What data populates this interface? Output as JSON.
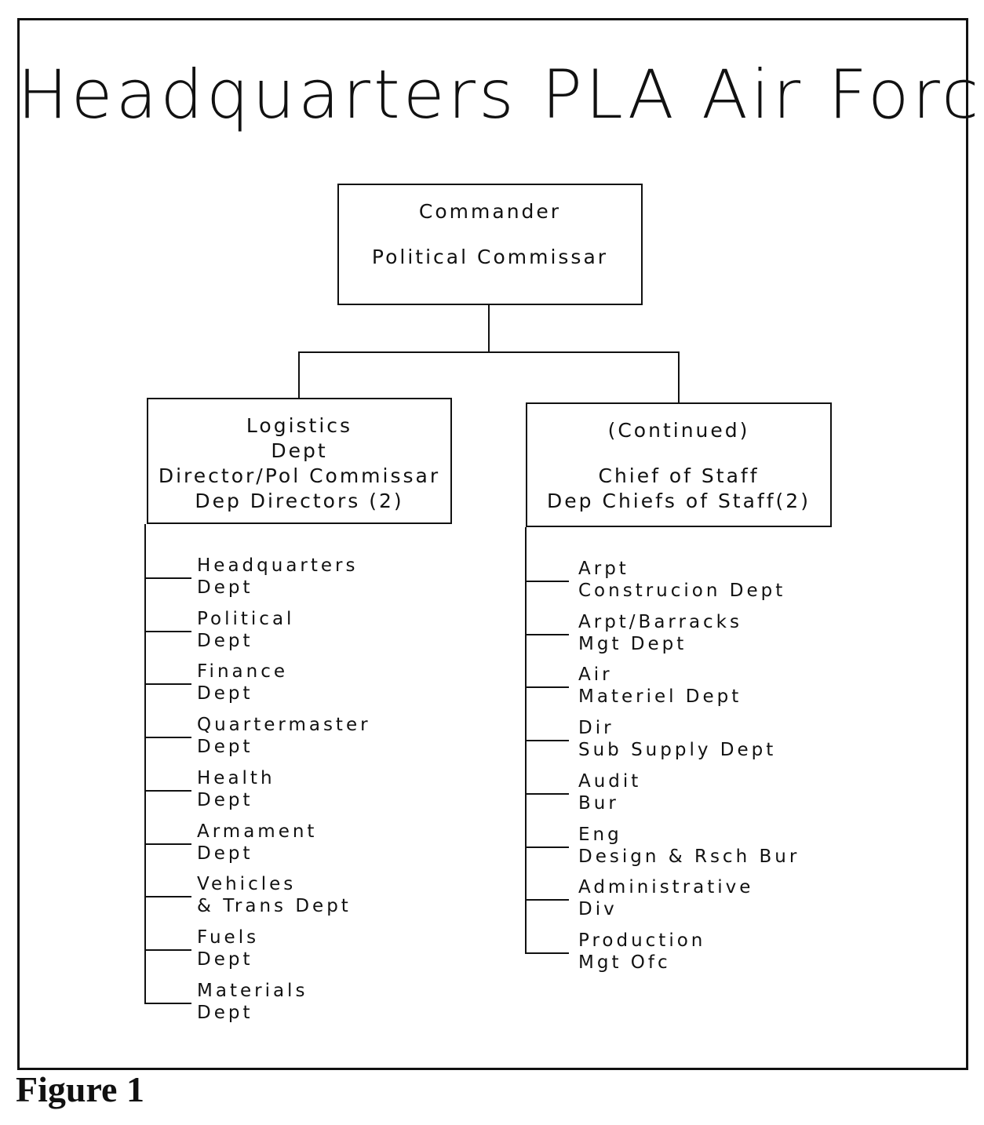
{
  "title": "Headquarters PLA Air Force",
  "caption": "Figure 1",
  "top_box": {
    "line1": "Commander",
    "line2": "Political Commissar"
  },
  "logistics_box": {
    "line1": "Logistics",
    "line2": "Dept",
    "line3": "Director/Pol Commissar",
    "line4": "Dep Directors (2)"
  },
  "staff_box": {
    "line1": "(Continued)",
    "line2": "Chief of Staff",
    "line3": "Dep Chiefs of Staff(2)"
  },
  "logistics_items": [
    {
      "line1": "Headquarters",
      "line2": "Dept"
    },
    {
      "line1": "Political",
      "line2": "Dept"
    },
    {
      "line1": "Finance",
      "line2": "Dept"
    },
    {
      "line1": "Quartermaster",
      "line2": "Dept"
    },
    {
      "line1": "Health",
      "line2": "Dept"
    },
    {
      "line1": "Armament",
      "line2": "Dept"
    },
    {
      "line1": "Vehicles",
      "line2": "& Trans Dept"
    },
    {
      "line1": "Fuels",
      "line2": "Dept"
    },
    {
      "line1": "Materials",
      "line2": "Dept"
    }
  ],
  "staff_items": [
    {
      "line1": "Arpt",
      "line2": "Construcion Dept"
    },
    {
      "line1": "Arpt/Barracks",
      "line2": "Mgt Dept"
    },
    {
      "line1": "Air",
      "line2": "Materiel Dept"
    },
    {
      "line1": "Dir",
      "line2": "Sub Supply Dept"
    },
    {
      "line1": "Audit",
      "line2": "Bur"
    },
    {
      "line1": "Eng",
      "line2": "Design & Rsch Bur"
    },
    {
      "line1": "Administrative",
      "line2": "Div"
    },
    {
      "line1": "Production",
      "line2": "Mgt Ofc"
    }
  ]
}
